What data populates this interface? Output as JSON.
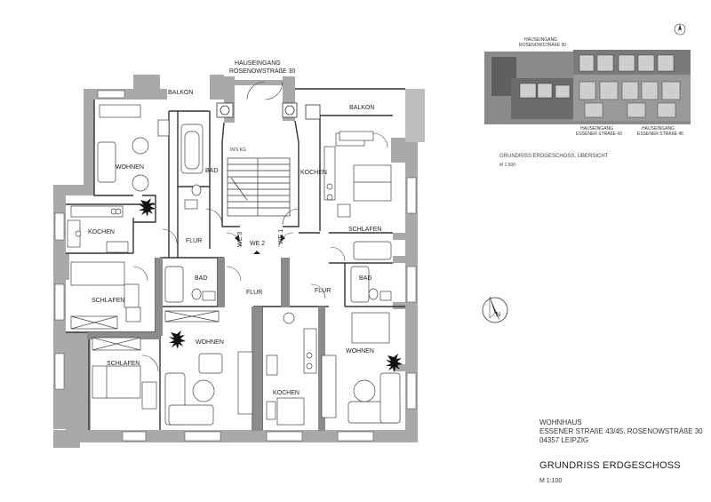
{
  "plan": {
    "entrance_label_1": "HAUSEINGANG",
    "entrance_label_2": "ROSENOWSTRAßE 30",
    "rooms": {
      "balkon_left": "BALKON",
      "balkon_right": "BALKON",
      "wohnen_top_left": "WOHNEN",
      "bad_top_left": "BAD",
      "ins_kg": "IN'S KG",
      "kochen_top_mid": "KOCHEN",
      "kochen_left": "KOCHEN",
      "schlafen_top_right": "SCHLAFEN",
      "flur_left": "FLUR",
      "we3": "WE 3",
      "we2": "WE 2",
      "we1": "WE 1",
      "schlafen_left": "SCHLAFEN",
      "bad_mid_left": "BAD",
      "flur_mid": "FLUR",
      "flur_right": "FLUR",
      "bad_right": "BAD",
      "schlafen_bottom_left": "SCHLAFEN",
      "wohnen_bottom_left": "WOHNEN",
      "kochen_bottom": "KOCHEN",
      "wohnen_bottom_right": "WOHNEN"
    }
  },
  "overview": {
    "entrance_top_1": "HAUSEINGANG",
    "entrance_top_2": "ROSENOWSTRAßE 30",
    "entrance_43_1": "HAUSEINGANG",
    "entrance_43_2": "ESSENER STRAßE 43",
    "entrance_45_1": "HAUSEINGANG",
    "entrance_45_2": "ESSENER STRAßE 45",
    "caption": "GRUNDRISS ERDGESCHOSS, ÜBERSICHT",
    "scale": "M 1:500"
  },
  "north_label": "N",
  "title_block": {
    "line1": "WOHNHAUS",
    "line2": "ESSENER STRAßE 43/45, ROSENOWSTRAßE 30",
    "line3": "04357 LEIPZIG",
    "heading": "GRUNDRISS ERDGESCHOSS",
    "scale": "M 1:100"
  },
  "colors": {
    "wall": "#a9a9a9",
    "wall_dark": "#8c8c8c",
    "line": "#333333",
    "plant": "#111111"
  }
}
